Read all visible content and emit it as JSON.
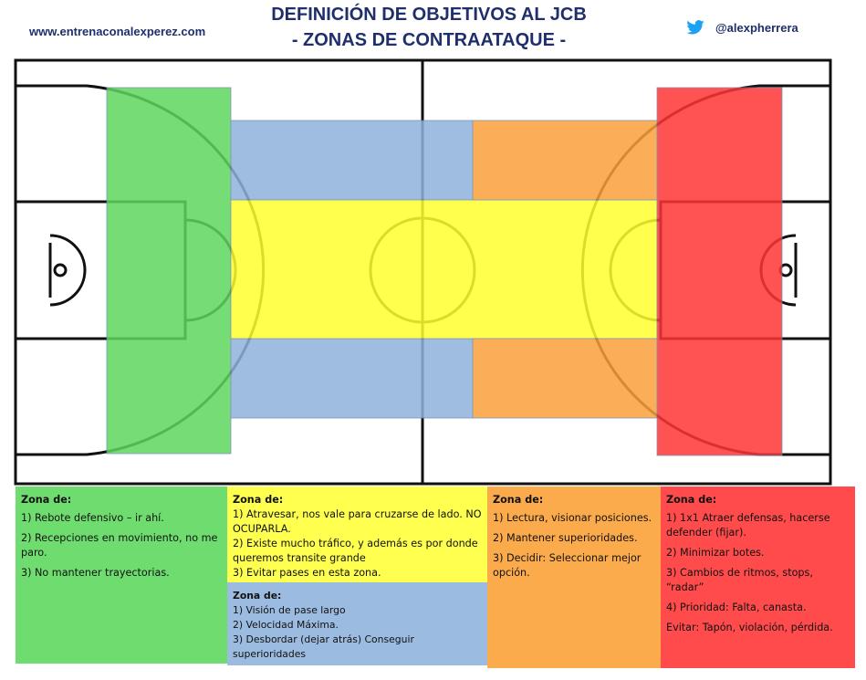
{
  "header": {
    "title_line1": "DEFINICIÓN DE OBJETIVOS AL JCB",
    "title_line2": "- ZONAS DE CONTRAATAQUE -",
    "website": "www.entrenaconalexperez.com",
    "twitter_handle": "@alexpherrera",
    "twitter_icon": "twitter-bird-icon"
  },
  "colors": {
    "green": "#6fdc6f",
    "blue": "#9bbbe0",
    "yellow": "#ffff50",
    "orange": "#fbab4b",
    "red": "#ff4b4b",
    "title": "#1f2f6b"
  },
  "legend": {
    "green": {
      "heading": "Zona de:",
      "items": [
        "1) Rebote defensivo – ir ahí.",
        "2) Recepciones en movimiento, no me paro.",
        "3) No mantener trayectorias."
      ]
    },
    "yellow": {
      "heading": "Zona de:",
      "items": [
        "1) Atravesar, nos vale para cruzarse de lado. NO OCUPARLA.",
        "2) Existe mucho tráfico, y además es por donde queremos transite grande",
        "3) Evitar pases en esta zona."
      ]
    },
    "blue": {
      "heading": "Zona de:",
      "items": [
        "1) Visión de pase largo",
        "2) Velocidad Máxima.",
        "3) Desbordar (dejar atrás) Conseguir superioridades"
      ]
    },
    "orange": {
      "heading": "Zona de:",
      "items": [
        "1) Lectura, visionar posiciones.",
        "2) Mantener superioridades.",
        "3) Decidir: Seleccionar mejor opción."
      ]
    },
    "red": {
      "heading": "Zona de:",
      "items": [
        "1) 1x1 Atraer defensas, hacerse defender (fijar).",
        "2) Minimizar botes.",
        "3) Cambios de ritmos, stops, “radar”",
        "4) Prioridad: Falta, canasta.",
        "Evitar: Tapón, violación, pérdida."
      ]
    }
  }
}
